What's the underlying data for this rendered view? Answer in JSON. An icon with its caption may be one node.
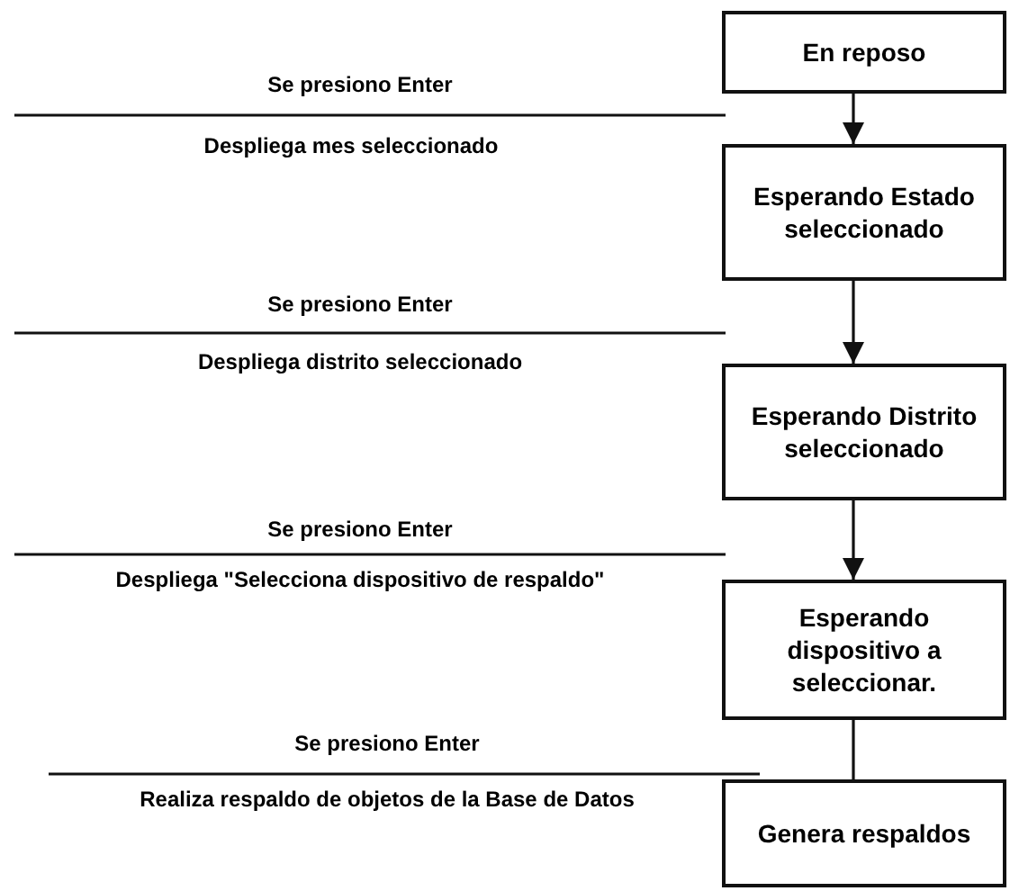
{
  "diagram": {
    "nodes": [
      {
        "text": [
          "En reposo"
        ]
      },
      {
        "text": [
          "Esperando Estado seleccionado"
        ]
      },
      {
        "text": [
          "Esperando Distrito seleccionado"
        ]
      },
      {
        "text": [
          "Esperando dispositivo a seleccionar."
        ]
      },
      {
        "text": [
          "Genera respaldos"
        ]
      }
    ],
    "edges": [
      {
        "from": 0,
        "to": 1,
        "arrow": "to"
      },
      {
        "from": 1,
        "to": 2,
        "arrow": "to"
      },
      {
        "from": 2,
        "to": 3,
        "arrow": "to"
      },
      {
        "from": 3,
        "to": 4,
        "arrow": "none"
      }
    ],
    "labels": [
      "Se presiono Enter",
      "Despliega mes seleccionado",
      "Se presiono Enter",
      "Despliega distrito seleccionado",
      "Se presiono Enter",
      "Despliega \"Selecciona dispositivo de respaldo\"",
      "Se presiono Enter",
      "Realiza respaldo de objetos de la Base de Datos"
    ]
  }
}
